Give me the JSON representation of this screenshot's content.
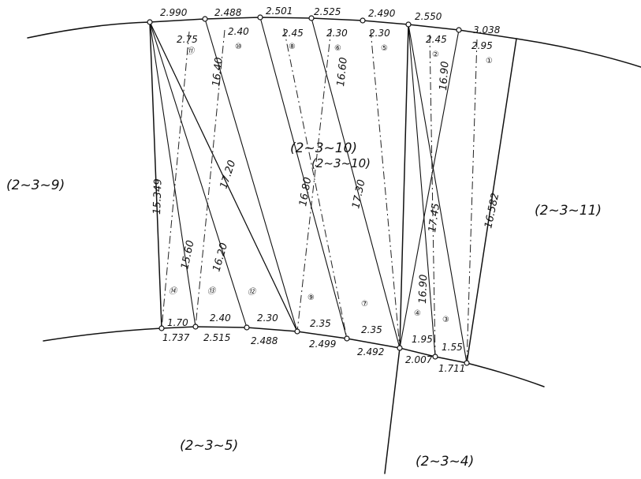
{
  "parcels": {
    "left": "(2~3~9)",
    "center": "(2~3~10)",
    "right": "(2~3~11)",
    "bottom_center": "(2~3~5)",
    "bottom_right": "(2~3~4)"
  },
  "top_segments": [
    "2.990",
    "2.488",
    "2.501",
    "2.525",
    "2.490",
    "2.550",
    "3.038"
  ],
  "top_heights": [
    "2.75",
    "2.40",
    "2.45",
    "2.30",
    "2.30",
    "2.45",
    "2.95"
  ],
  "bottom_segments": [
    "1.737",
    "2.515",
    "2.488",
    "2.499",
    "2.492",
    "2.007",
    "1.711"
  ],
  "bottom_heights": [
    "1.70",
    "2.40",
    "2.30",
    "2.35",
    "2.35",
    "1.95",
    "1.55"
  ],
  "diagonals": [
    "15.349",
    "15.60",
    "16.20",
    "17.20",
    "16.40",
    "16.80",
    "17.30",
    "16.60",
    "16.90",
    "17.45",
    "16.90",
    "16.582"
  ],
  "triangle_numbers": [
    "①",
    "②",
    "③",
    "④",
    "⑤",
    "⑥",
    "⑦",
    "⑧",
    "⑨",
    "⑩",
    "⑪",
    "⑫",
    "⑬",
    "⑭"
  ],
  "annotation": "(2~3~10)"
}
